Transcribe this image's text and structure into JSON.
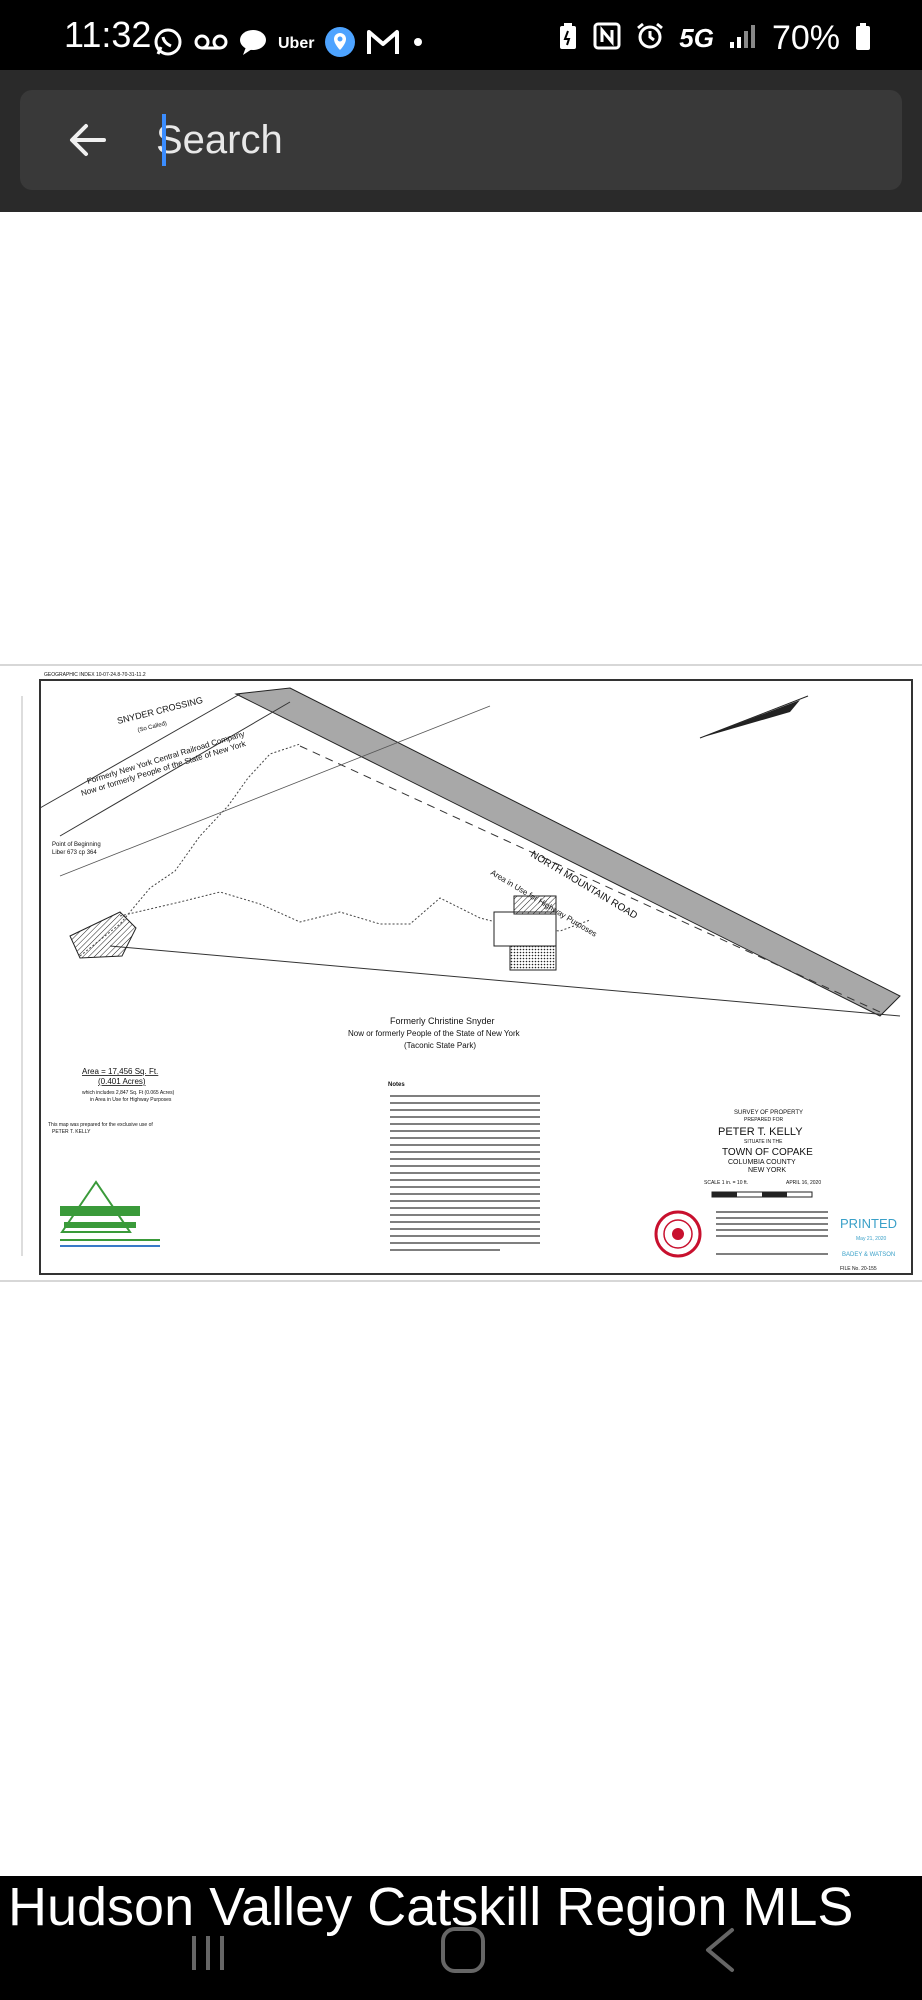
{
  "status_bar": {
    "time": "11:32",
    "uber_label": "Uber",
    "network": "5G",
    "battery": "70%"
  },
  "search": {
    "placeholder": "Search",
    "value": ""
  },
  "survey": {
    "crossing": "SNYDER CROSSING",
    "crossing_sub": "(So Called)",
    "railroad": "Formerly New York Central Railroad Company",
    "railroad_2": "Now or formerly People of the State of New York",
    "road": "NORTH MOUNTAIN ROAD",
    "road_area": "Area in Use for Highway Purposes",
    "beginning": "Point of Beginning",
    "beginning_ref": "Liber 673 cp 364",
    "south_1": "Formerly Christine Snyder",
    "south_2": "Now or formerly People of the State of New York",
    "south_3": "(Taconic State Park)",
    "area_1": "Area = 17,456 Sq. Ft.",
    "area_2": "(0.401 Acres)",
    "area_3": "which includes 2,847 Sq. Ft (0.065 Acres)",
    "area_4": "in Area in Use for Highway Purposes",
    "prepared_for_1": "This map was prepared for the exclusive use of",
    "prepared_for_2": "PETER T. KELLY",
    "notes_title": "Notes",
    "title_1": "SURVEY OF PROPERTY",
    "title_2": "PREPARED FOR",
    "owner": "PETER T. KELLY",
    "situate": "SITUATE IN THE",
    "town": "TOWN OF COPAKE",
    "county": "COLUMBIA COUNTY",
    "state": "NEW YORK",
    "scale": "SCALE 1 in. = 10 ft.",
    "date": "APRIL 16, 2020",
    "printed": "PRINTED",
    "printed_date": "May 21, 2020",
    "firm": "BADEY & WATSON",
    "file_no": "FILE No. 20-155"
  },
  "footer": {
    "caption": "Hudson Valley Catskill Region MLS"
  },
  "colors": {
    "status_bg": "#000000",
    "search_region_bg": "#2a2a2a",
    "search_box_bg": "#393939",
    "caret": "#3b8dff",
    "printed_stamp": "#3aa0c8",
    "seal_red": "#c8102e",
    "logo_green": "#3a9a3a"
  },
  "icons": [
    "whatsapp-icon",
    "voicemail-icon",
    "chat-icon",
    "location-icon",
    "gmail-icon",
    "dot-icon",
    "battery-saver-icon",
    "nfc-icon",
    "alarm-icon",
    "signal-icon",
    "battery-icon",
    "back-arrow-icon",
    "recent-apps-icon",
    "home-icon",
    "nav-back-icon"
  ]
}
